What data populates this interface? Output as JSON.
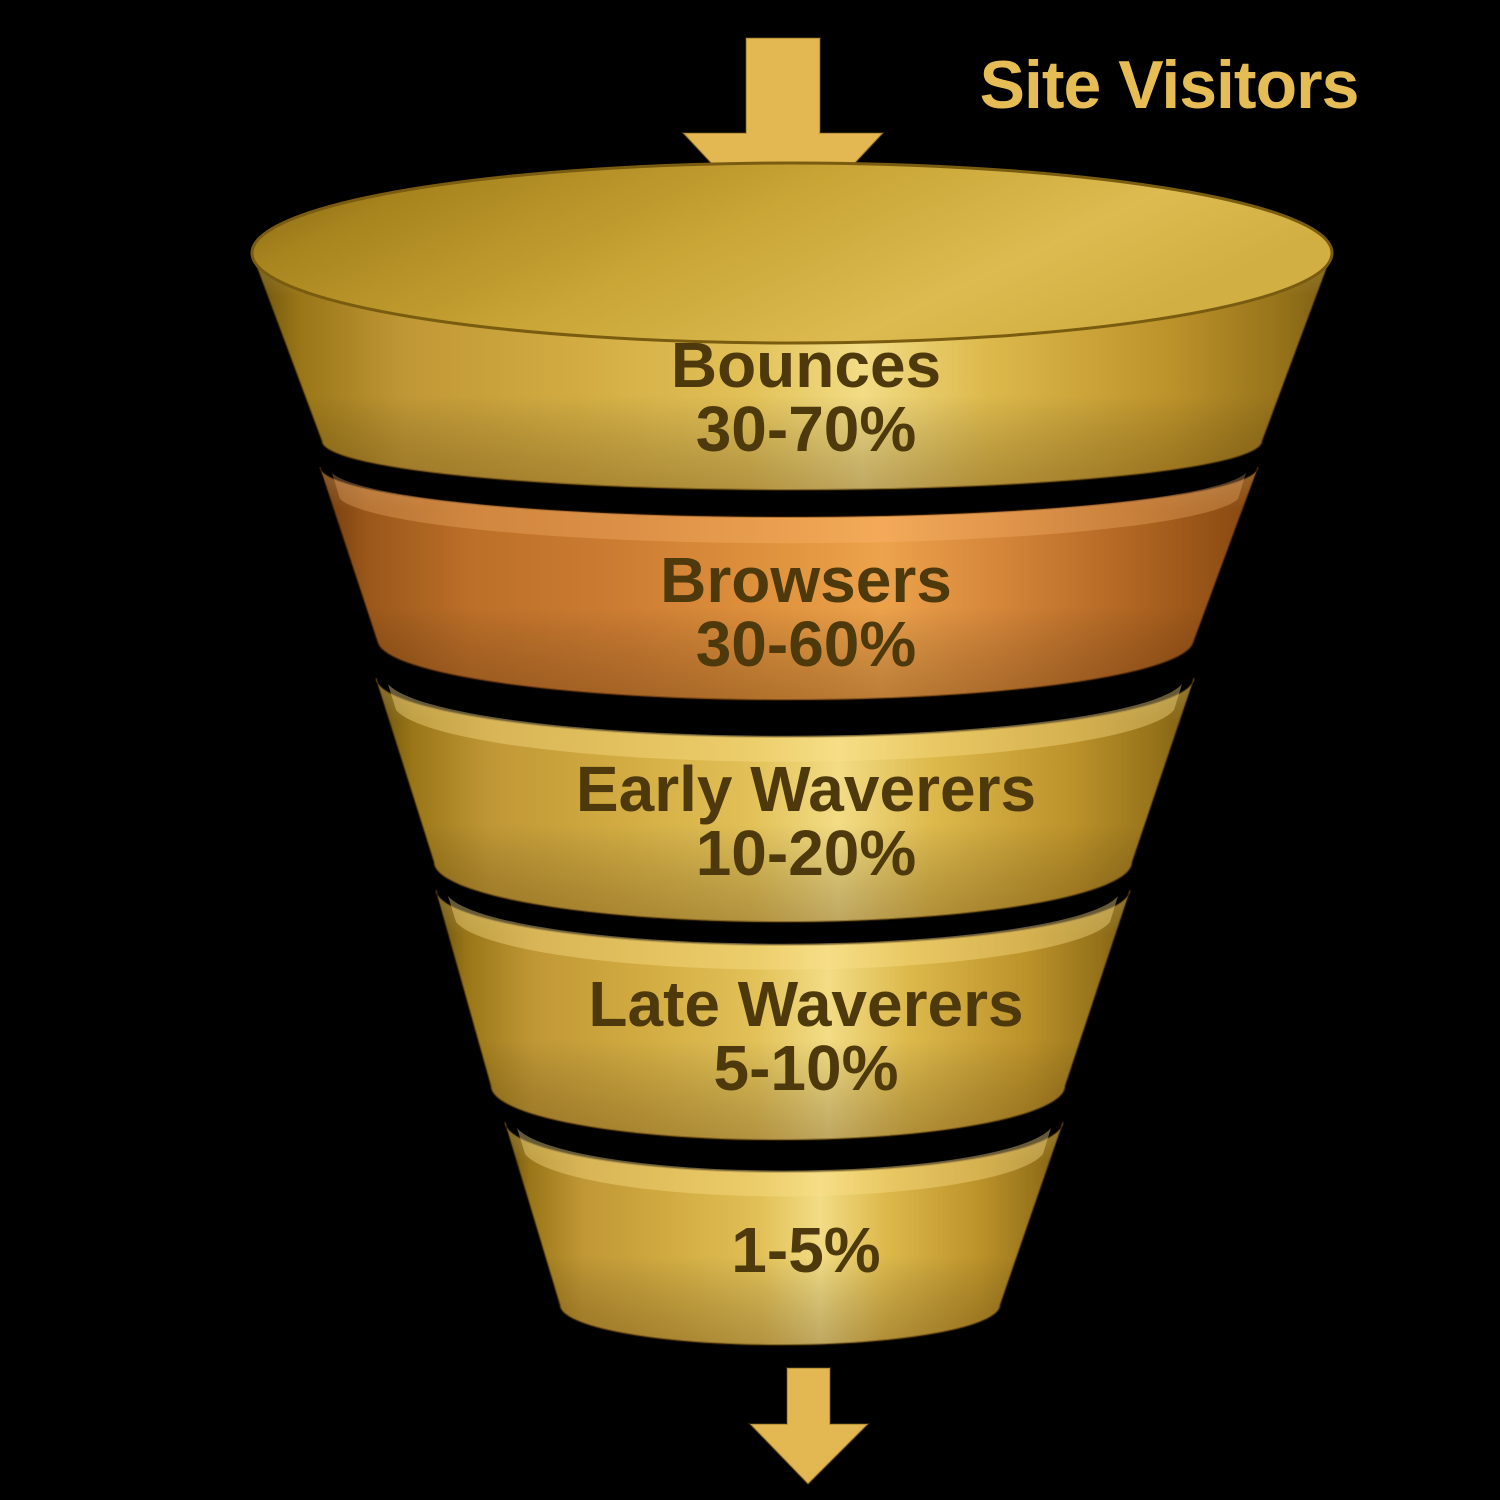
{
  "title": {
    "text": "Site Visitors"
  },
  "funnel": {
    "tiers": [
      {
        "label": "Bounces",
        "value": "30-70%",
        "color": "gold"
      },
      {
        "label": "Browsers",
        "value": "30-60%",
        "color": "copper"
      },
      {
        "label": "Early Waverers",
        "value": "10-20%",
        "color": "gold"
      },
      {
        "label": "Late Waverers",
        "value": "5-10%",
        "color": "gold"
      },
      {
        "label": "",
        "value": "1-5%",
        "color": "gold"
      }
    ]
  },
  "icons": {
    "top_arrow": "down-arrow-icon",
    "bottom_arrow": "down-arrow-icon"
  },
  "colors": {
    "background": "#000000",
    "gold": "#E3B751",
    "gold_dark": "#8A6712",
    "copper": "#D08038",
    "title_text": "#E6BD55",
    "label_text": "#4E390C"
  },
  "chart_data": {
    "type": "funnel",
    "title": "Site Visitors",
    "orientation": "top-down",
    "stages": [
      {
        "label": "Bounces",
        "range_pct": "30-70%",
        "color": "gold"
      },
      {
        "label": "Browsers",
        "range_pct": "30-60%",
        "color": "copper"
      },
      {
        "label": "Early Waverers",
        "range_pct": "10-20%",
        "color": "gold"
      },
      {
        "label": "Late Waverers",
        "range_pct": "5-10%",
        "color": "gold"
      },
      {
        "label": "",
        "range_pct": "1-5%",
        "color": "gold"
      }
    ]
  }
}
